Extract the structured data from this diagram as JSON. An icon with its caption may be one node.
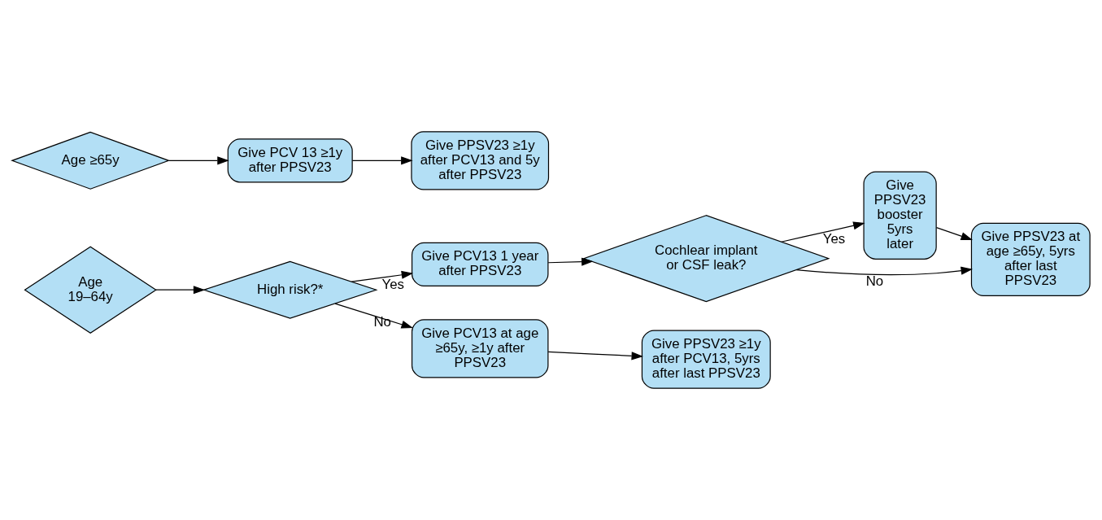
{
  "diagram": {
    "nodes": [
      {
        "text": [
          "Age 19–64y"
        ]
      },
      {
        "text": [
          "High risk?*"
        ]
      },
      {
        "text": [
          "Give PCV13 1 year after PPSV23"
        ]
      },
      {
        "text": [
          "Cochlear implant or CSF leak?"
        ]
      },
      {
        "text": [
          "Give PPSV23 booster 5yrs later"
        ]
      },
      {
        "text": [
          "Give PPSV23 at age ≥65y, 5yrs after last PPSV23"
        ]
      },
      {
        "text": [
          "Give PCV13 at age ≥65y, ≥1y after PPSV23"
        ]
      },
      {
        "text": [
          "Give PPSV23 ≥1y after PCV13, 5yrs after last PPSV23"
        ]
      },
      {
        "text": [
          "Age ≥65y"
        ]
      },
      {
        "text": [
          "Give PCV 13 ≥1y after PPSV23"
        ]
      },
      {
        "text": [
          "Give PPSV23 ≥1y after PCV13 and 5y after PPSV23"
        ]
      }
    ],
    "edges": [
      {
        "from": 0,
        "to": 1,
        "arrow": "to"
      },
      {
        "from": 1,
        "to": 2,
        "arrow": "to",
        "label": "Yes"
      },
      {
        "from": 1,
        "to": 6,
        "arrow": "to",
        "label": "No"
      },
      {
        "from": 2,
        "to": 3,
        "arrow": "to"
      },
      {
        "from": 3,
        "to": 4,
        "arrow": "to",
        "label": "Yes"
      },
      {
        "from": 3,
        "to": 5,
        "arrow": "to",
        "label": "No"
      },
      {
        "from": 4,
        "to": 5,
        "arrow": "to"
      },
      {
        "from": 6,
        "to": 7,
        "arrow": "to"
      },
      {
        "from": 8,
        "to": 9,
        "arrow": "to"
      },
      {
        "from": 9,
        "to": 10,
        "arrow": "to"
      }
    ]
  }
}
